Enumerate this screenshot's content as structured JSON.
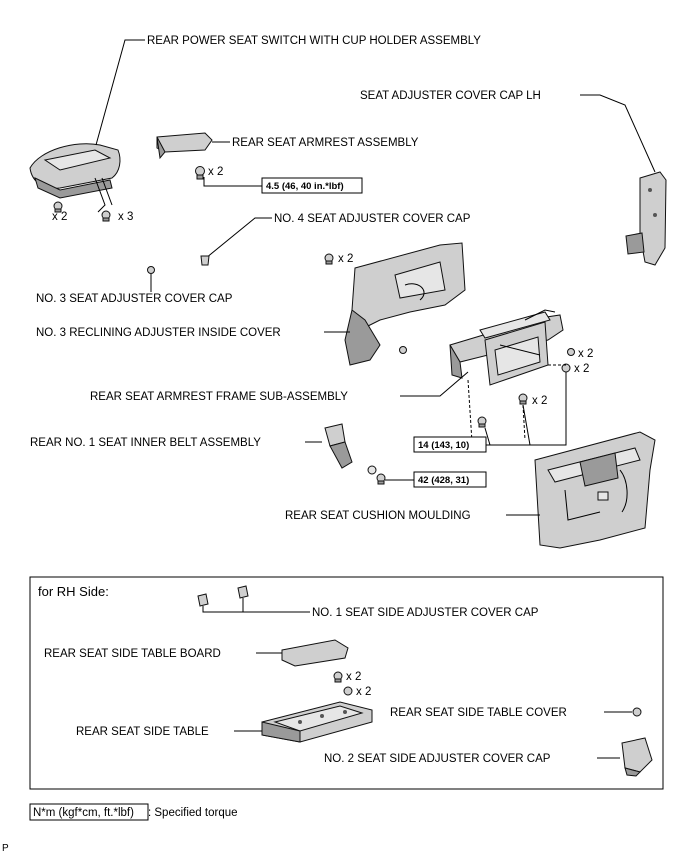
{
  "labels": {
    "rear_power_seat_switch": "REAR POWER SEAT SWITCH WITH CUP HOLDER ASSEMBLY",
    "seat_adjuster_cover_cap_lh": "SEAT ADJUSTER COVER CAP LH",
    "rear_seat_armrest_assembly": "REAR SEAT ARMREST ASSEMBLY",
    "no4_seat_adjuster_cover_cap": "NO. 4 SEAT ADJUSTER COVER CAP",
    "no3_seat_adjuster_cover_cap": "NO. 3 SEAT ADJUSTER COVER CAP",
    "no3_reclining_adjuster_inside_cover": "NO. 3 RECLINING ADJUSTER INSIDE COVER",
    "rear_seat_armrest_frame": "REAR SEAT ARMREST FRAME SUB-ASSEMBLY",
    "rear_no1_seat_inner_belt": "REAR NO. 1 SEAT INNER BELT ASSEMBLY",
    "rear_seat_cushion_moulding": "REAR SEAT CUSHION MOULDING"
  },
  "torques": {
    "armrest": "4.5 (46, 40 in.*lbf)",
    "frame": "14 (143, 10)",
    "belt": "42 (428, 31)"
  },
  "counts": {
    "switch_a": "x 2",
    "switch_b": "x 3",
    "armrest": "x 2",
    "inside_cover": "x 2",
    "frame_a": "x 2",
    "frame_b": "x 2",
    "frame_c": "x 2",
    "table_a": "x 2",
    "table_b": "x 2"
  },
  "rh_box": {
    "title": "for RH Side:",
    "no1_seat_side_adjuster_cover_cap": "NO. 1 SEAT SIDE ADJUSTER COVER CAP",
    "rear_seat_side_table_board": "REAR SEAT SIDE TABLE BOARD",
    "rear_seat_side_table": "REAR SEAT SIDE TABLE",
    "rear_seat_side_table_cover": "REAR SEAT SIDE TABLE COVER",
    "no2_seat_side_adjuster_cover_cap": "NO. 2 SEAT SIDE ADJUSTER COVER CAP"
  },
  "legend": {
    "box_text": "N*m (kgf*cm, ft.*lbf)",
    "text": ": Specified torque"
  },
  "figure_code": "P"
}
